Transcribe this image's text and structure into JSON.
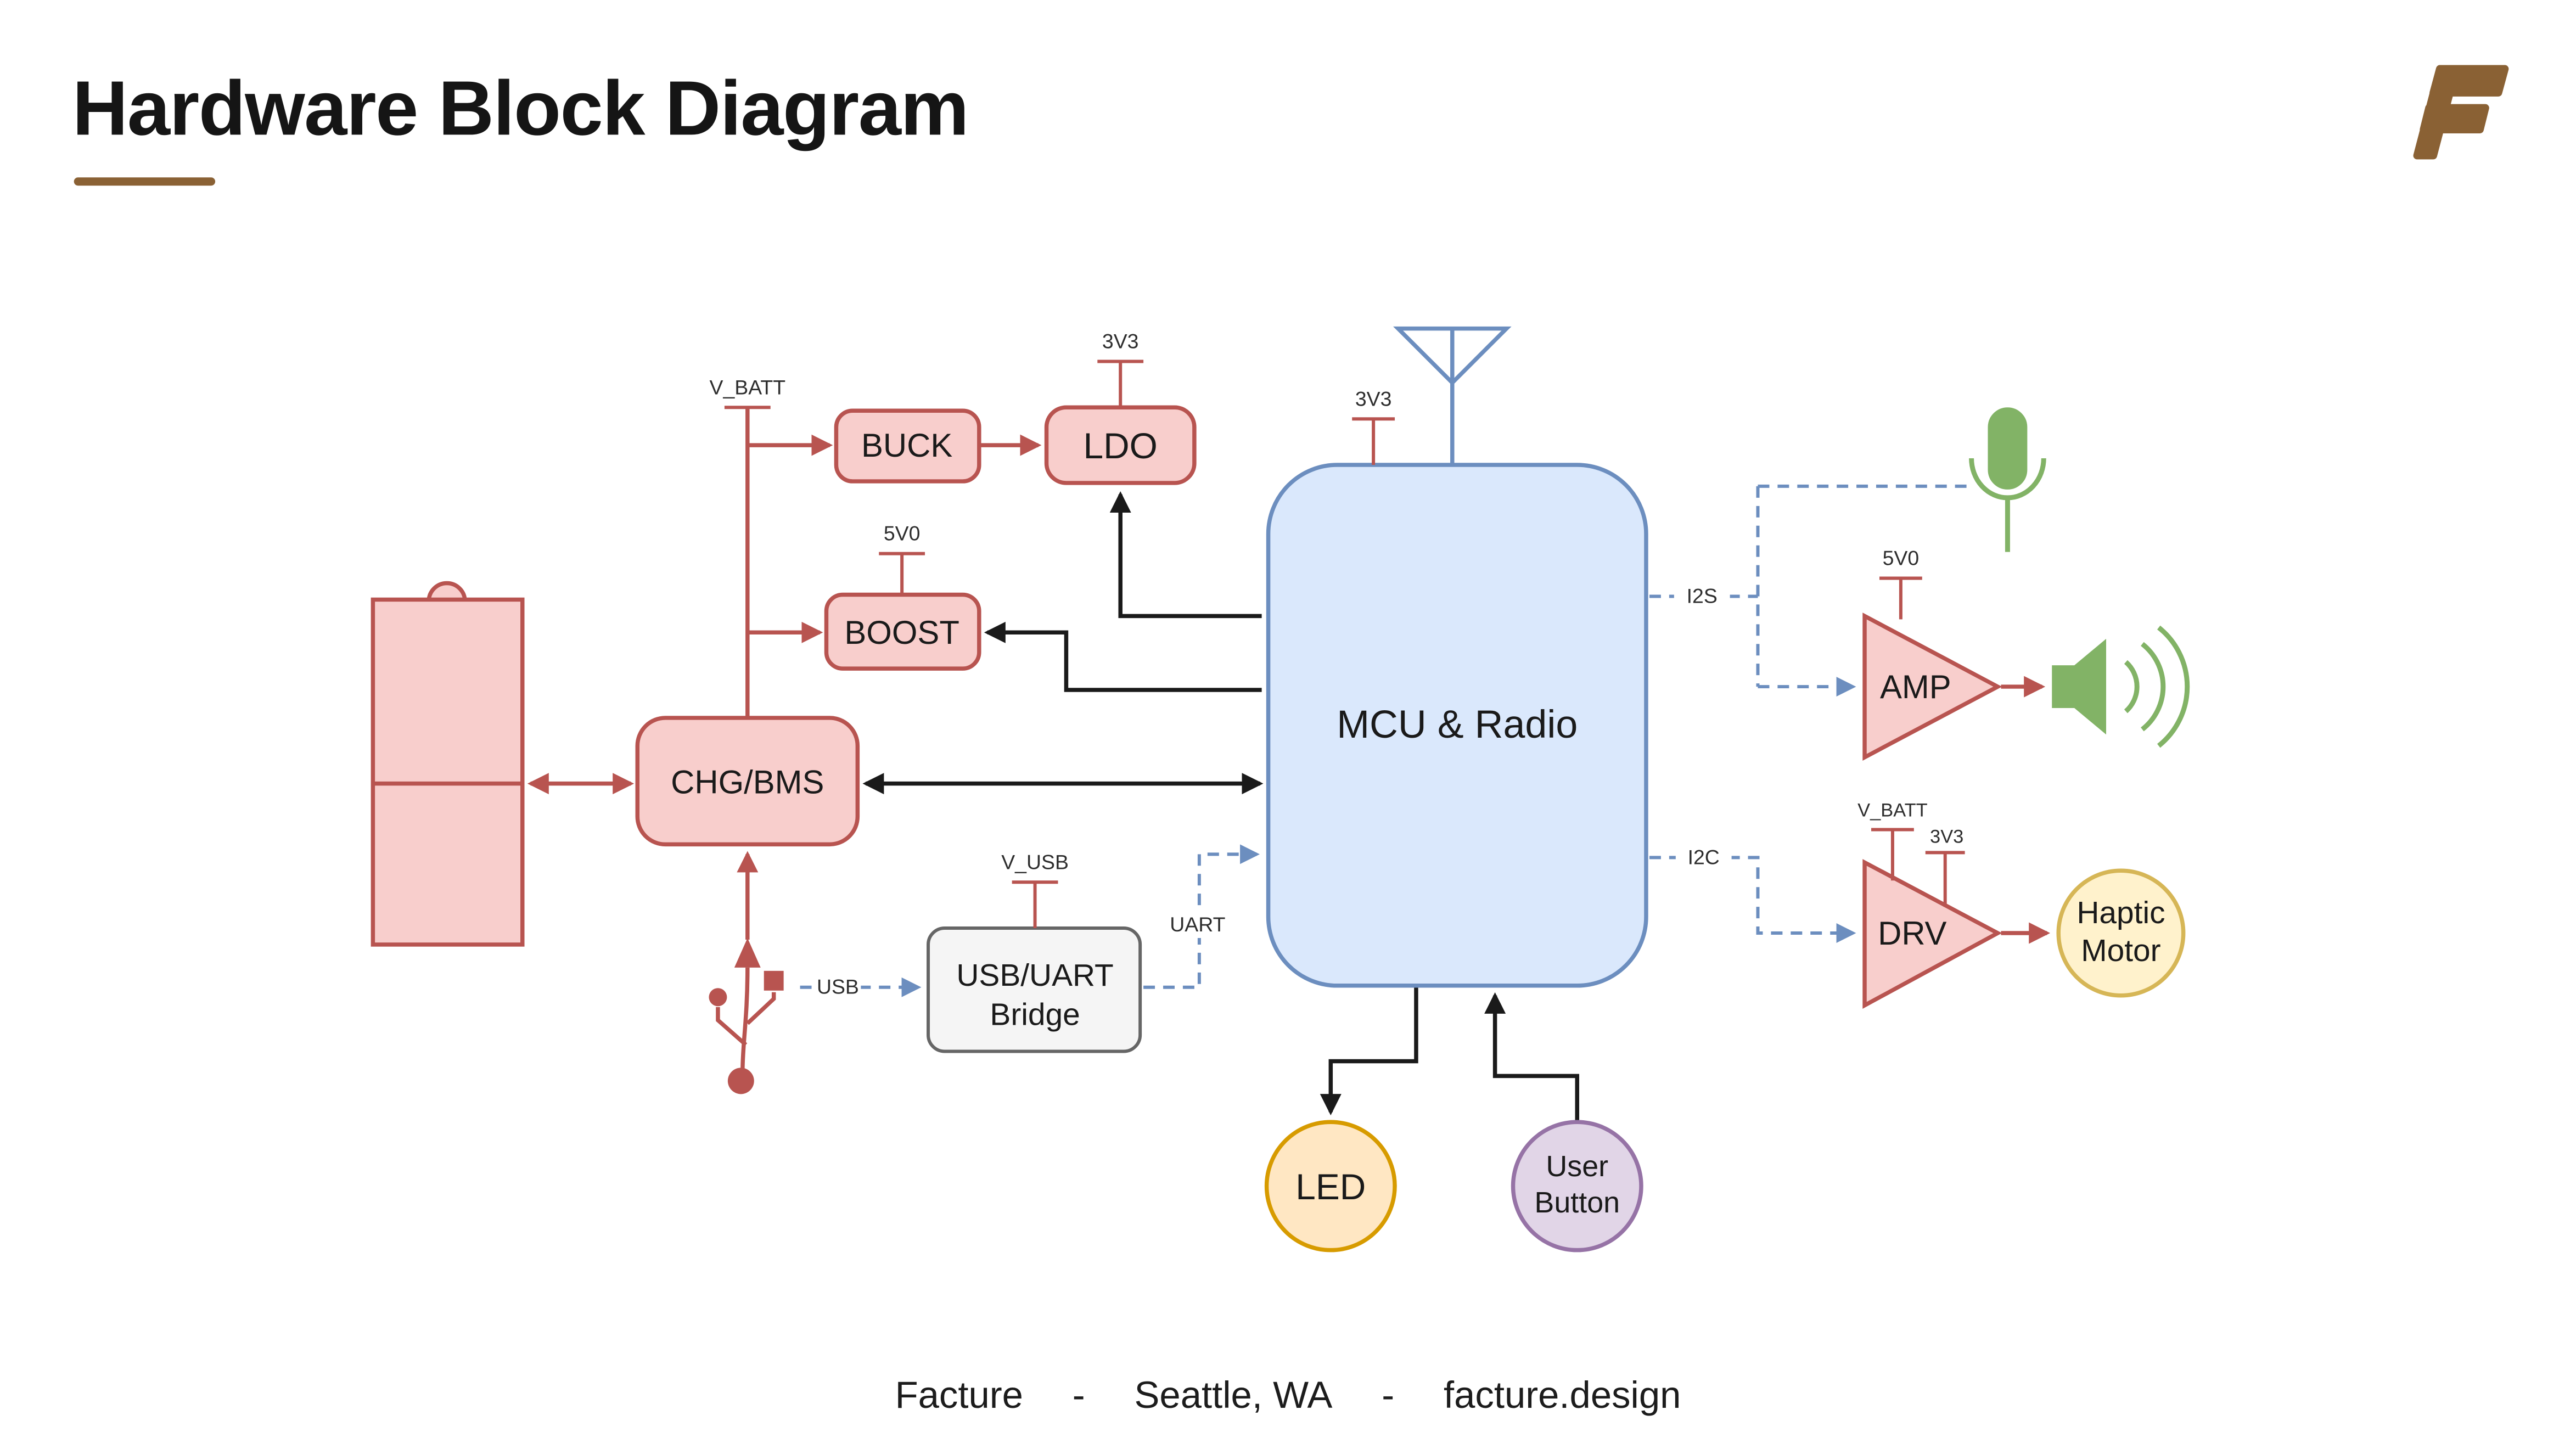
{
  "page": {
    "title": "Hardware Block Diagram",
    "footer": {
      "company": "Facture",
      "separator": "-",
      "location": "Seattle, WA",
      "website": "facture.design"
    }
  },
  "colors": {
    "accent_brown": "#8a6134",
    "block_pink_fill": "#f8cecc",
    "block_pink_stroke": "#b85450",
    "block_blue_fill": "#dae8fc",
    "block_blue_stroke": "#6c8ebf",
    "block_grey_fill": "#f5f5f5",
    "block_grey_stroke": "#666666",
    "led_fill": "#ffe7c3",
    "led_stroke": "#d79b00",
    "haptic_fill": "#fff2cc",
    "haptic_stroke": "#d6b656",
    "button_fill": "#e1d5e7",
    "button_stroke": "#9673a6",
    "audio_green": "#82b366",
    "bus_dashed_blue": "#6c8ebf",
    "wire_red": "#b85450",
    "wire_black": "#1a1a1a"
  },
  "diagram": {
    "blocks": {
      "chg_bms": {
        "label": "CHG/BMS"
      },
      "buck": {
        "label": "BUCK"
      },
      "ldo": {
        "label": "LDO"
      },
      "boost": {
        "label": "BOOST"
      },
      "mcu": {
        "label": "MCU & Radio"
      },
      "usb_bridge": {
        "line1": "USB/UART",
        "line2": "Bridge"
      },
      "amp": {
        "label": "AMP"
      },
      "drv": {
        "label": "DRV"
      },
      "haptic": {
        "line1": "Haptic",
        "line2": "Motor"
      },
      "led": {
        "label": "LED"
      },
      "user_button": {
        "line1": "User",
        "line2": "Button"
      }
    },
    "power_flags": {
      "v_batt": "V_BATT",
      "ldo_3v3": "3V3",
      "boost_5v0": "5V0",
      "mcu_3v3": "3V3",
      "v_usb": "V_USB",
      "amp_5v0": "5V0",
      "drv_v_batt": "V_BATT",
      "drv_3v3": "3V3"
    },
    "buses": {
      "usb": "USB",
      "uart": "UART",
      "i2s": "I2S",
      "i2c": "I2C"
    }
  }
}
